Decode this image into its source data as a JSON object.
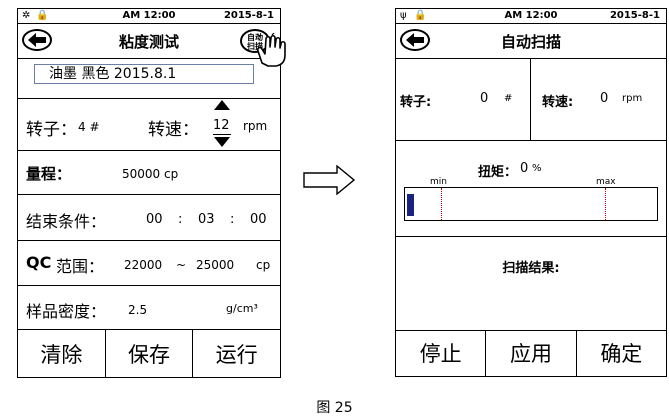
{
  "screen1": {
    "status": {
      "time": "AM 12:00",
      "date": "2015-8-1"
    },
    "title": "粘度测试",
    "auto_button": "自动\n扫描",
    "sample_name": "油墨 黑色 2015.8.1",
    "rotor_label": "转子：",
    "rotor_value": "4 #",
    "speed_label": "转速：",
    "speed_value": "12",
    "speed_unit": "rpm",
    "range_label": "量程：",
    "range_value": "50000 cp",
    "end_label": "结束条件：",
    "end_h": "00",
    "end_m": "03",
    "end_s": "00",
    "sep": ":",
    "qc_label_a": "QC",
    "qc_label_b": "范围：",
    "qc_low": "22000",
    "qc_tilde": "~",
    "qc_high": "25000",
    "qc_unit": "cp",
    "density_label": "样品密度：",
    "density_value": "2.5",
    "density_unit": "g/cm³",
    "buttons": [
      "清除",
      "保存",
      "运行"
    ]
  },
  "screen2": {
    "status": {
      "time": "AM 12:00",
      "date": "2015-8-1"
    },
    "title": "自动扫描",
    "rotor_label": "转子:",
    "rotor_value": "0",
    "rotor_unit": "#",
    "speed_label": "转速:",
    "speed_value": "0",
    "speed_unit": "rpm",
    "torque_label": "扭矩：",
    "torque_value": "0",
    "torque_unit": "%",
    "min_label": "min",
    "max_label": "max",
    "torque_level": 0.03,
    "result_label": "扫描结果:",
    "buttons": [
      "停止",
      "应用",
      "确定"
    ]
  },
  "caption": "图 25",
  "colors": {
    "bar_fill": "#1a237e",
    "marker": "#cc0000"
  }
}
